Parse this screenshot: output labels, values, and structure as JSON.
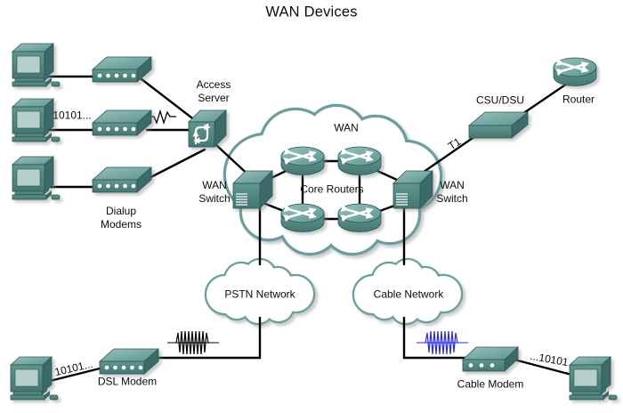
{
  "title": "WAN Devices",
  "colors": {
    "background": "#FFFFFF",
    "device_top": "#8FBDB9",
    "device_front": "#4F8884",
    "device_dark": "#3A6B68",
    "screen": "#B7CFCC",
    "cloud_stroke": "#6D9E9E",
    "line": "#000000",
    "waveform_dsl": "#000000",
    "waveform_cable": "#2B2BDD"
  },
  "diagram": {
    "wan_cloud": {
      "label": "WAN",
      "core_routers_label": "Core Routers"
    },
    "left": {
      "bits_label": "10101...",
      "dialup_modems_label": "Dialup Modems",
      "access_server_label": "Access Server",
      "wan_switch_label": "WAN Switch"
    },
    "right": {
      "wan_switch_label": "WAN Switch",
      "t1_label": "T1",
      "csu_dsu_label": "CSU/DSU",
      "router_label": "Router"
    },
    "bottom_left": {
      "cloud_label": "PSTN Network",
      "modem_label": "DSL Modem",
      "bits_label": "10101..."
    },
    "bottom_right": {
      "cloud_label": "Cable Network",
      "modem_label": "Cable Modem",
      "bits_label": "...10101"
    }
  },
  "icons": {
    "pc": "computer-icon",
    "dialup_modem": "modem-icon",
    "dsl_modem": "modem-icon",
    "cable_modem": "modem-icon",
    "access_server": "access-server-icon",
    "wan_switch": "wan-switch-icon",
    "core_router": "router-icon",
    "edge_router": "router-icon",
    "csu_dsu": "csu-dsu-icon",
    "cloud": "cloud-icon",
    "analog_waveform": "signal-waveform-icon",
    "serial_squiggle": "serial-link-icon"
  }
}
